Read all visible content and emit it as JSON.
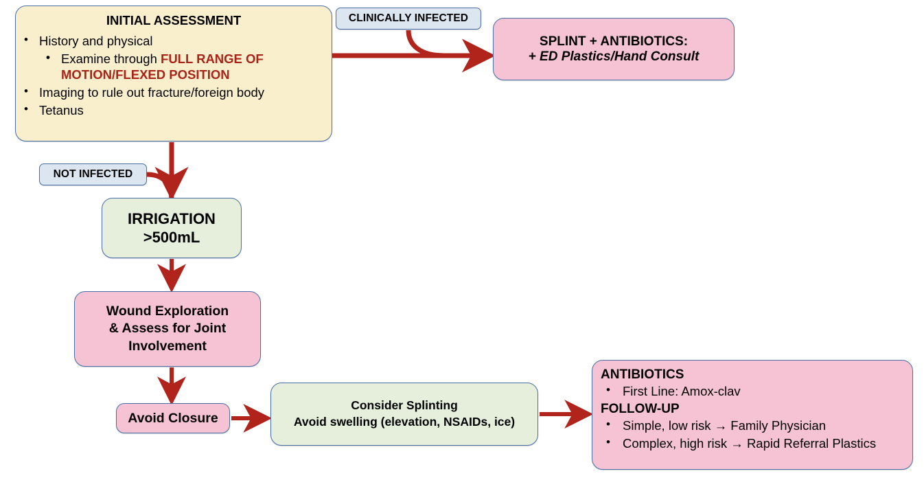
{
  "meta": {
    "accent_red": "#b0241c",
    "box_border": "#4a6fa5",
    "cream": "#faefcd",
    "pink": "#f5c3d4",
    "green": "#e5efdc",
    "badge_fill": "#dce6f1",
    "emphasis_red": "#a92319"
  },
  "nodes": {
    "initial_assessment": {
      "title": "INITIAL ASSESSMENT",
      "bullets": [
        "History and physical",
        "Examine through ",
        "Imaging to rule out fracture/foreign body",
        "Tetanus"
      ],
      "sub_bullet_prefix": "Examine through ",
      "sub_bullet_emphasis": "FULL RANGE OF MOTION/FLEXED POSITION"
    },
    "splint": {
      "line1": "SPLINT + ANTIBIOTICS:",
      "line2": "+ ED Plastics/Hand Consult"
    },
    "irrigation": {
      "line1": "IRRIGATION",
      "line2": ">500mL"
    },
    "wound_exploration": {
      "line1": "Wound Exploration",
      "line2": "& Assess for Joint",
      "line3": "Involvement"
    },
    "avoid_closure": {
      "label": "Avoid Closure"
    },
    "splinting": {
      "line1": "Consider Splinting",
      "line2": "Avoid swelling (elevation, NSAIDs, ice)"
    },
    "antibiotics": {
      "section1": "ANTIBIOTICS",
      "bullet1": "First Line: Amox-clav",
      "section2": "FOLLOW-UP",
      "bullet2": "Simple, low risk → Family Physician",
      "bullet3": "Complex, high risk → Rapid Referral Plastics"
    }
  },
  "badges": {
    "clinically_infected": "CLINICALLY INFECTED",
    "not_infected": "NOT INFECTED"
  }
}
